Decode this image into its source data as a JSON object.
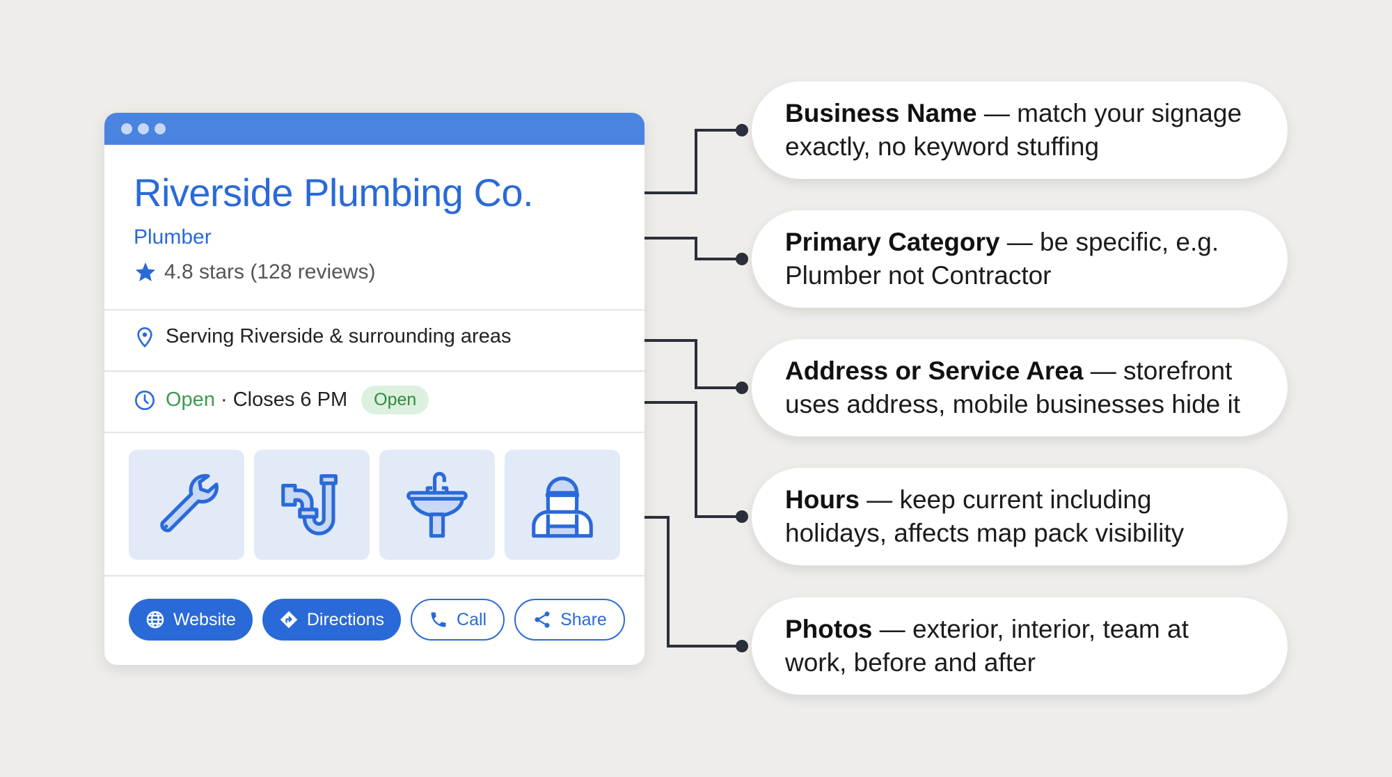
{
  "listing": {
    "window_dots": 3,
    "business_name": "Riverside Plumbing Co.",
    "category": "Plumber",
    "rating_text": "4.8 stars (128 reviews)",
    "service_area": "Serving Riverside & surrounding areas",
    "hours": {
      "status": "Open",
      "separator": " · ",
      "closes": "Closes 6 PM",
      "badge": "Open"
    },
    "photos": [
      {
        "icon": "wrench-icon"
      },
      {
        "icon": "pipe-icon"
      },
      {
        "icon": "sink-icon"
      },
      {
        "icon": "plumber-worker-icon"
      }
    ],
    "actions": [
      {
        "label": "Website",
        "icon": "globe-icon",
        "style": "filled"
      },
      {
        "label": "Directions",
        "icon": "directions-icon",
        "style": "filled"
      },
      {
        "label": "Call",
        "icon": "phone-icon",
        "style": "outline"
      },
      {
        "label": "Share",
        "icon": "share-icon",
        "style": "outline"
      }
    ]
  },
  "callouts": [
    {
      "heading": "Business Name",
      "dash": " — ",
      "text": "match your signage exactly, no keyword stuffing"
    },
    {
      "heading": "Primary Category",
      "dash": " — ",
      "text": "be specific, e.g. Plumber not Contractor"
    },
    {
      "heading": "Address or Service Area",
      "dash": " — ",
      "text": "storefront uses address, mobile businesses hide it"
    },
    {
      "heading": "Hours",
      "dash": " — ",
      "text": "keep current including holidays, affects map pack visibility"
    },
    {
      "heading": "Photos",
      "dash": " — ",
      "text": "exterior, interior, team at work, before and after"
    }
  ],
  "colors": {
    "brand_blue": "#2a6ad8",
    "header_blue": "#4a84e0",
    "open_green": "#3d9a4f",
    "badge_bg": "#dcf0de",
    "photo_bg": "#e2eaf8",
    "connector": "#2b2f3a",
    "background": "#efedea"
  }
}
